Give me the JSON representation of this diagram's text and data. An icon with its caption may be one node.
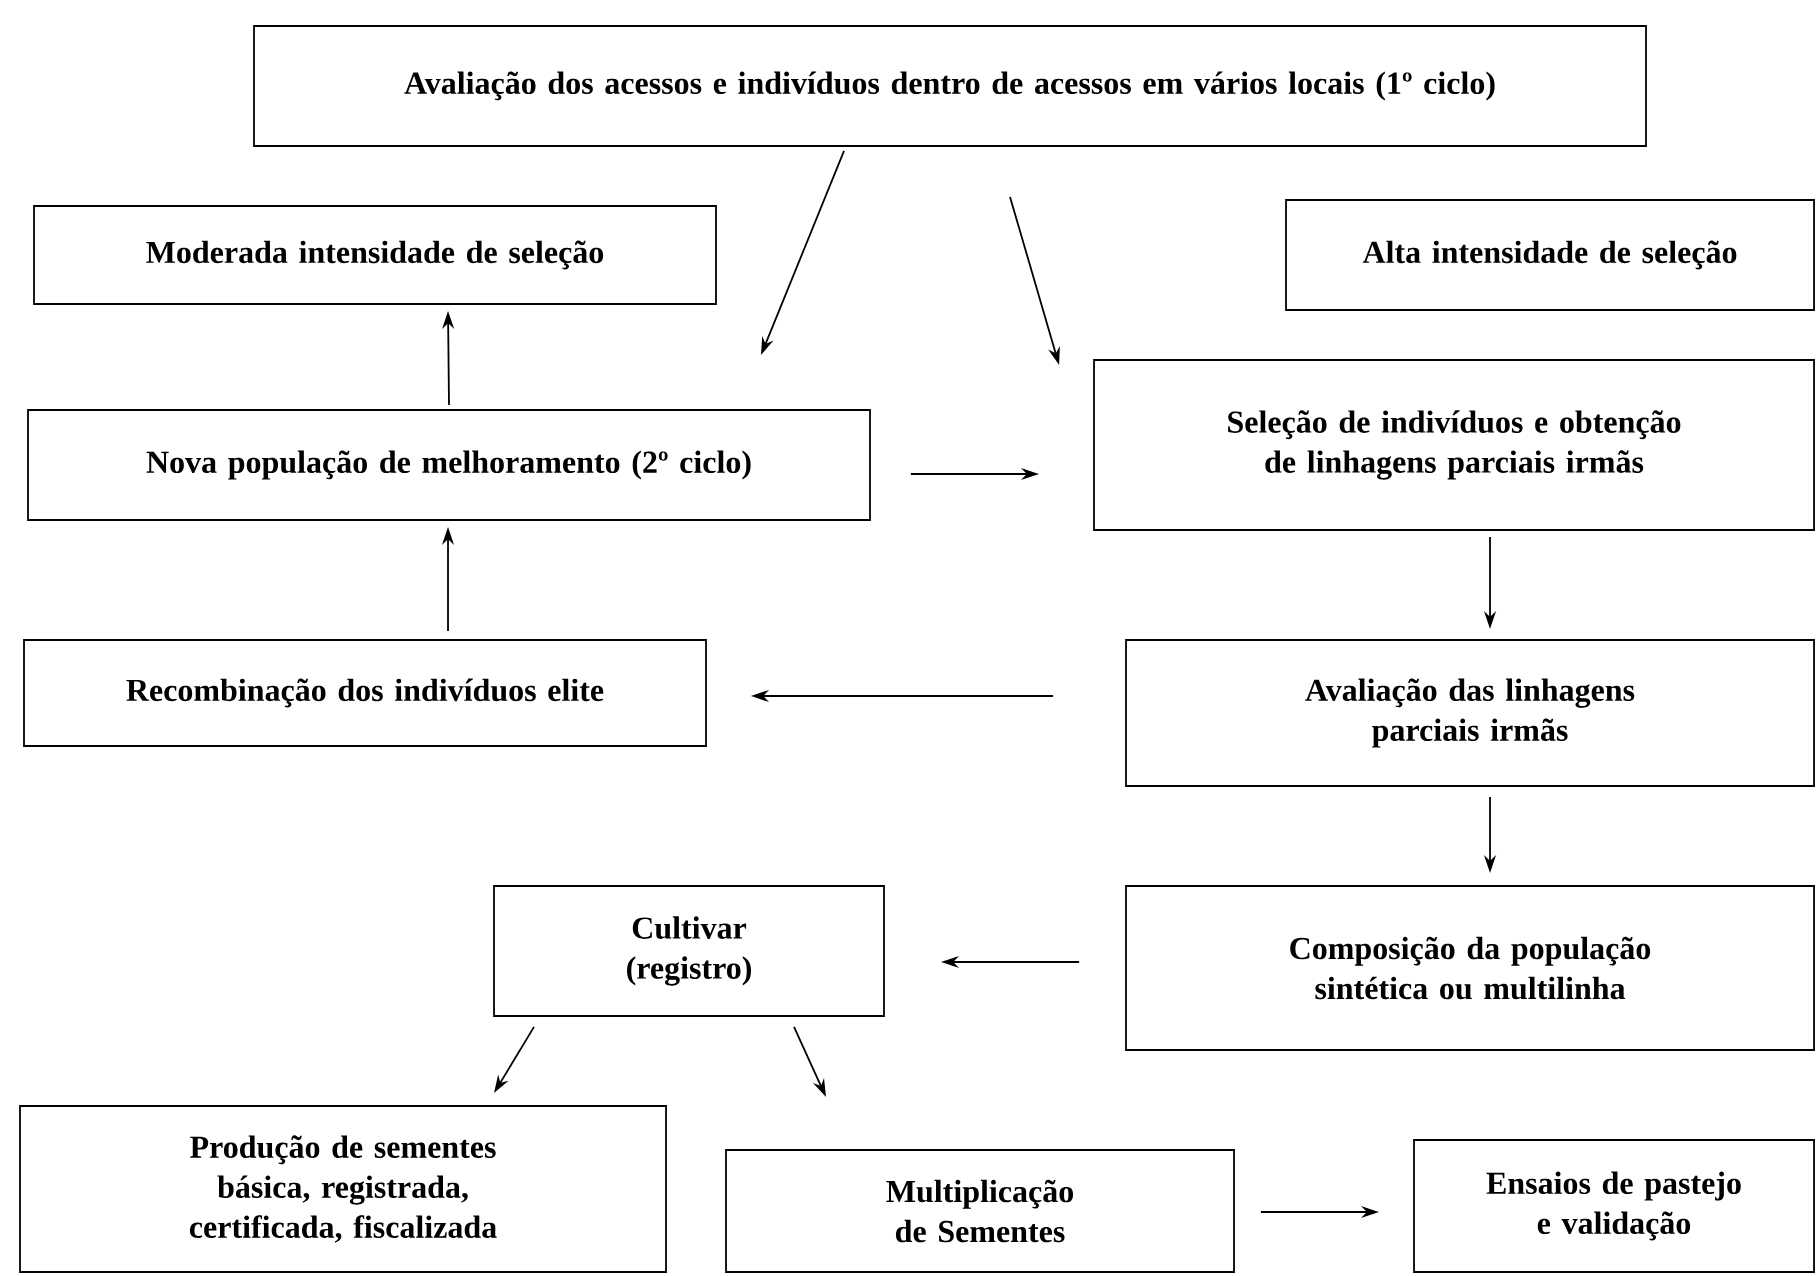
{
  "diagram": {
    "nodes": [
      {
        "text": [
          "Avaliação dos acessos e indivíduos dentro de acessos em vários locais (1º ciclo)"
        ]
      },
      {
        "text": [
          "Moderada intensidade de seleção"
        ]
      },
      {
        "text": [
          "Alta intensidade de seleção"
        ]
      },
      {
        "text": [
          "Nova população de melhoramento (2º ciclo)"
        ]
      },
      {
        "text": [
          "Seleção de indivíduos e obtenção de linhagens parciais irmãs"
        ]
      },
      {
        "text": [
          "Recombinação dos indivíduos elite"
        ]
      },
      {
        "text": [
          "Avaliação das linhagens parciais irmãs"
        ]
      },
      {
        "text": [
          "Cultivar (registro)"
        ]
      },
      {
        "text": [
          "Composição da população sintética ou multilinha"
        ]
      },
      {
        "text": [
          "Produção de sementes básica, registrada, certificada, fiscalizada"
        ]
      },
      {
        "text": [
          "Multiplicação de Sementes"
        ]
      },
      {
        "text": [
          "Ensaios de pastejo e validação"
        ]
      }
    ],
    "edges": [
      {
        "from": 0,
        "to": 3,
        "arrow": "to"
      },
      {
        "from": 0,
        "to": 4,
        "arrow": "to"
      },
      {
        "from": 3,
        "to": 1,
        "arrow": "to"
      },
      {
        "from": 3,
        "to": 4,
        "arrow": "to"
      },
      {
        "from": 4,
        "to": 6,
        "arrow": "to"
      },
      {
        "from": 6,
        "to": 5,
        "arrow": "to"
      },
      {
        "from": 5,
        "to": 3,
        "arrow": "to"
      },
      {
        "from": 6,
        "to": 8,
        "arrow": "to"
      },
      {
        "from": 8,
        "to": 7,
        "arrow": "to"
      },
      {
        "from": 7,
        "to": 9,
        "arrow": "to"
      },
      {
        "from": 7,
        "to": 10,
        "arrow": "to"
      },
      {
        "from": 10,
        "to": 11,
        "arrow": "to"
      }
    ]
  }
}
